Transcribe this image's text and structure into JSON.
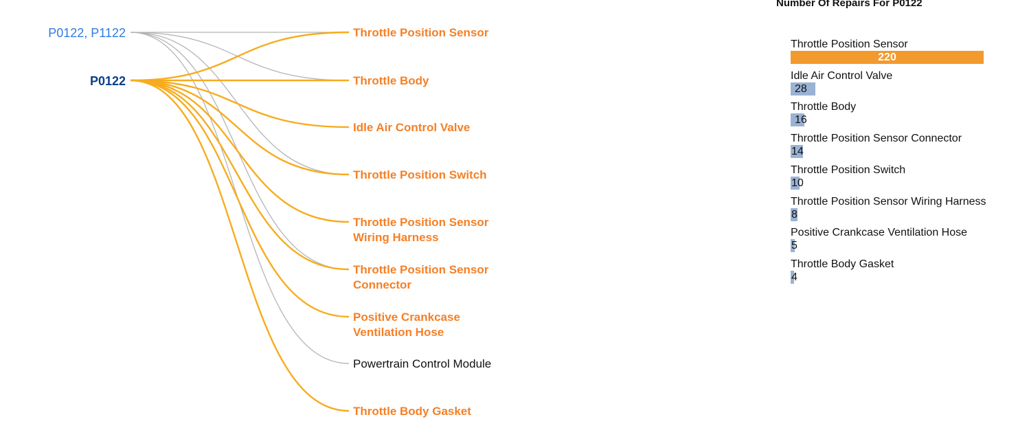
{
  "chart_data": [
    {
      "type": "flow",
      "codes": [
        {
          "id": "c1",
          "label": "P0122, P1122",
          "color": "#2f7be6",
          "bold": false
        },
        {
          "id": "c2",
          "label": "P0122",
          "color": "#0b3f8c",
          "bold": true
        }
      ],
      "repairs": [
        {
          "id": "r1",
          "lines": [
            "Throttle Position Sensor"
          ],
          "highlighted": true
        },
        {
          "id": "r2",
          "lines": [
            "Throttle Body"
          ],
          "highlighted": true
        },
        {
          "id": "r3",
          "lines": [
            "Idle Air Control Valve"
          ],
          "highlighted": true
        },
        {
          "id": "r4",
          "lines": [
            "Throttle Position Switch"
          ],
          "highlighted": true
        },
        {
          "id": "r5",
          "lines": [
            "Throttle Position Sensor",
            "Wiring Harness"
          ],
          "highlighted": true
        },
        {
          "id": "r6",
          "lines": [
            "Throttle Position Sensor",
            "Connector"
          ],
          "highlighted": true
        },
        {
          "id": "r7",
          "lines": [
            "Positive Crankcase",
            "Ventilation Hose"
          ],
          "highlighted": true
        },
        {
          "id": "r8",
          "lines": [
            "Powertrain Control Module"
          ],
          "highlighted": false
        },
        {
          "id": "r9",
          "lines": [
            "Throttle Body Gasket"
          ],
          "highlighted": true
        }
      ],
      "links": [
        {
          "from": "c1",
          "to": "r1",
          "highlighted": false
        },
        {
          "from": "c1",
          "to": "r2",
          "highlighted": false
        },
        {
          "from": "c1",
          "to": "r4",
          "highlighted": false
        },
        {
          "from": "c1",
          "to": "r6",
          "highlighted": false
        },
        {
          "from": "c1",
          "to": "r8",
          "highlighted": false
        },
        {
          "from": "c2",
          "to": "r1",
          "highlighted": true
        },
        {
          "from": "c2",
          "to": "r2",
          "highlighted": true
        },
        {
          "from": "c2",
          "to": "r3",
          "highlighted": true
        },
        {
          "from": "c2",
          "to": "r4",
          "highlighted": true
        },
        {
          "from": "c2",
          "to": "r5",
          "highlighted": true
        },
        {
          "from": "c2",
          "to": "r6",
          "highlighted": true
        },
        {
          "from": "c2",
          "to": "r7",
          "highlighted": true
        },
        {
          "from": "c2",
          "to": "r9",
          "highlighted": true
        }
      ],
      "colors": {
        "highlight_link": "#f7ac1e",
        "dim_link": "#b4b4b4",
        "highlight_text": "#f58026",
        "plain_text": "#111111"
      }
    },
    {
      "type": "bar",
      "title": "Number Of Repairs For P0122",
      "categories": [
        "Throttle Position Sensor",
        "Idle Air Control Valve",
        "Throttle Body",
        "Throttle Position Sensor Connector",
        "Throttle Position Switch",
        "Throttle Position Sensor Wiring Harness",
        "Positive Crankcase Ventilation Hose",
        "Throttle Body Gasket"
      ],
      "values": [
        220,
        28,
        16,
        14,
        10,
        8,
        5,
        4
      ],
      "xlim": [
        0,
        220
      ],
      "colors": {
        "top_bar": "#f29a2e",
        "bar": "#9ab3d5"
      }
    }
  ]
}
